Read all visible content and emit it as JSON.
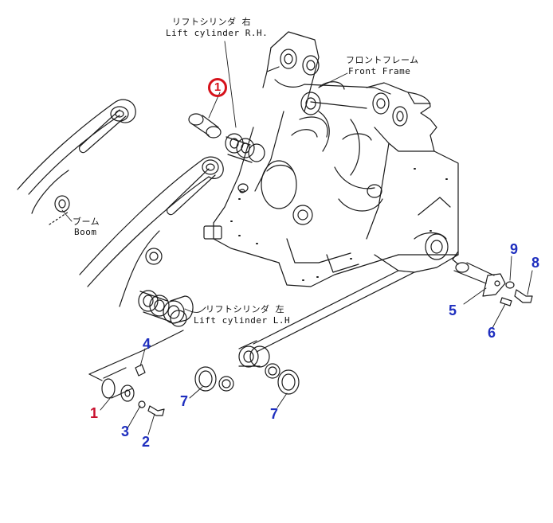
{
  "labels": {
    "lift_rh_jp": "リフトシリンダ 右",
    "lift_rh_en": "Lift cylinder R.H.",
    "front_frame_jp": "フロントフレーム",
    "front_frame_en": "Front Frame",
    "boom_jp": "ブーム",
    "boom_en": "Boom",
    "lift_lh_jp": "リフトシリンダ 左",
    "lift_lh_en": "Lift cylinder L.H"
  },
  "callouts": {
    "highlighted": "1",
    "p1": "1",
    "p2": "2",
    "p3": "3",
    "p4": "4",
    "p5": "5",
    "p6": "6",
    "p7a": "7",
    "p7b": "7",
    "p8": "8",
    "p9": "9"
  },
  "colors": {
    "line": "#1a1a1a",
    "callout_blue": "#1f2fbf",
    "callout_red": "#c8102e",
    "highlight_circle": "#d6121b"
  }
}
